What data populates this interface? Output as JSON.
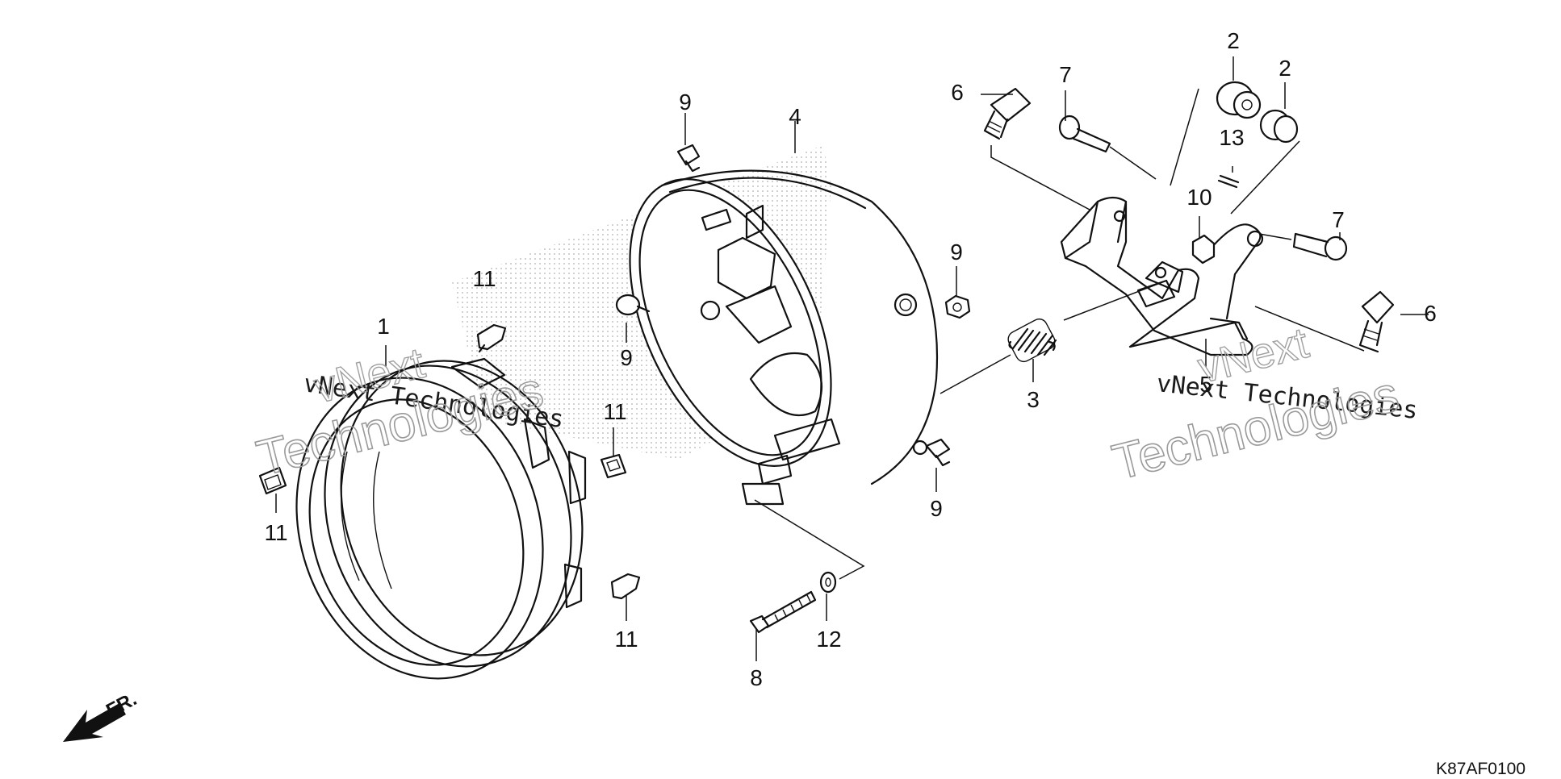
{
  "diagram": {
    "callouts": {
      "p1": "1",
      "p2a": "2",
      "p2b": "2",
      "p3": "3",
      "p4": "4",
      "p5": "5",
      "p6a": "6",
      "p6b": "6",
      "p7a": "7",
      "p7b": "7",
      "p8": "8",
      "p9a": "9",
      "p9b": "9",
      "p9c": "9",
      "p9d": "9",
      "p10": "10",
      "p11a": "11",
      "p11b": "11",
      "p11c": "11",
      "p11d": "11",
      "p12": "12",
      "p13": "13"
    },
    "direction_label": "FR.",
    "diagram_code": "K87AF0100",
    "watermarks": {
      "left_small": "vNext Technologies",
      "left_large": "Technologies",
      "left_large_top": "vNext",
      "right_small": "vNext Technologies",
      "right_large": "Technologies",
      "right_large_top": "vNext"
    }
  }
}
